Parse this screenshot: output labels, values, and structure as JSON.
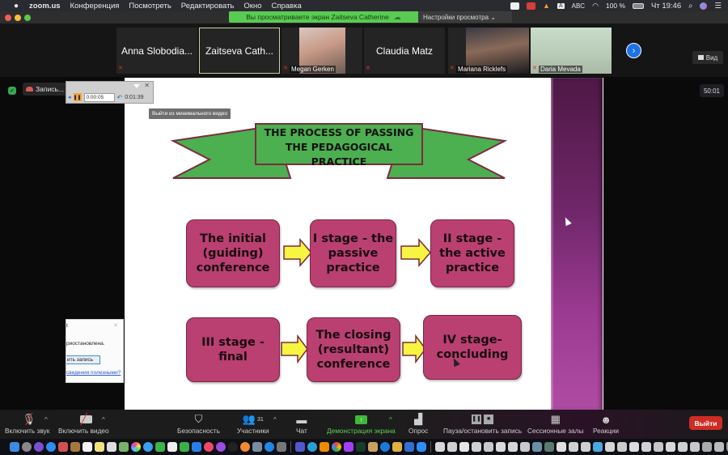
{
  "menubar": {
    "apple": "",
    "app_name": "zoom.us",
    "menus": [
      "Конференция",
      "Посмотреть",
      "Редактировать",
      "Окно",
      "Справка"
    ],
    "status": {
      "input_source": "A",
      "keyboard": "ABC",
      "battery": "100 %",
      "clock": "Чт 19:46"
    }
  },
  "share_banner": {
    "text": "Вы просматриваете экран Zaitseva Catherine",
    "view_options": "Настройки просмотра ⌄"
  },
  "gallery": {
    "tiles": [
      {
        "name": "Anna Slobodia...",
        "video": false,
        "muted": true
      },
      {
        "name": "Zaitseva Cath...",
        "video": false,
        "muted": false,
        "active_speaker": true
      },
      {
        "name": "Megan Gerken",
        "video": true,
        "muted": true
      },
      {
        "name": "Claudia Matz",
        "video": false,
        "muted": true
      },
      {
        "name": "Mariana Ricklefs",
        "video": true,
        "muted": true
      },
      {
        "name": "Daria Mevada",
        "video": true,
        "muted": true
      }
    ],
    "next_icon": "›",
    "view_button": "Вид"
  },
  "meeting": {
    "recording_label": "Запись...",
    "pause_icon": "❚❚",
    "stop_icon": "■",
    "timer": "50:01"
  },
  "mini_player": {
    "time_current": "0:00:05",
    "time_total": "0:01:39",
    "tooltip": "Выйти из минимального видео"
  },
  "partial_dialog": {
    "title_fragment": "t",
    "message_fragment": "риостановлена.",
    "button_fragment": "ить запись",
    "link_fragment": "сведения полезными?"
  },
  "slide": {
    "title": "THE PROCESS OF PASSING THE PEDAGOGICAL PRACTICE",
    "title_lines": [
      "THE PROCESS OF PASSING",
      "THE PEDAGOGICAL",
      "PRACTICE"
    ],
    "colors": {
      "banner": "#4caf50",
      "box": "#b94070",
      "arrow": "#f5f542",
      "accent_bar": "#8a3380"
    },
    "row1": [
      "The initial (guiding) conference",
      "I stage - the passive practice",
      "II stage - the active practice"
    ],
    "row2": [
      "III stage - final",
      "The closing (resultant) conference",
      "IV stage- concluding"
    ]
  },
  "toolbar": {
    "unmute": "Включить звук",
    "start_video": "Включить видео",
    "security": "Безопасность",
    "participants": "Участники",
    "participants_count": "31",
    "chat": "Чат",
    "share_screen": "Демонстрация экрана",
    "polls": "Опрос",
    "pause_stop_recording": "Пауза/остановить запись",
    "breakout_rooms": "Сессионные залы",
    "reactions": "Реакции",
    "leave": "Выйти"
  }
}
